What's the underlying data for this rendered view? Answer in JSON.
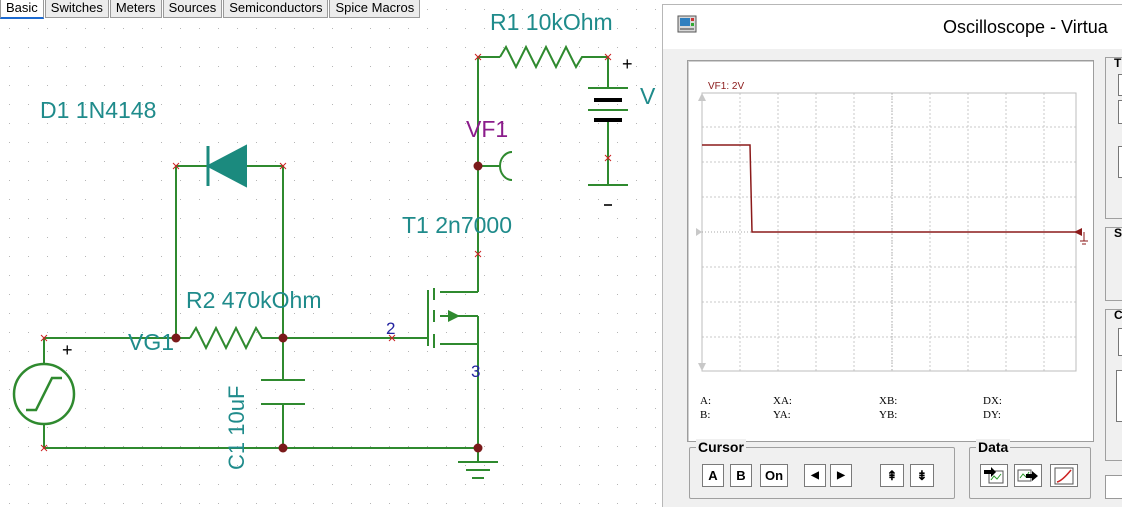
{
  "tabs": [
    "Basic",
    "Switches",
    "Meters",
    "Sources",
    "Semiconductors",
    "Spice Macros"
  ],
  "schematic": {
    "r1_label": "R1 10kOhm",
    "plus_sign": "+",
    "v_label": "V",
    "vf1_label": "VF1",
    "d1_label": "D1 1N4148",
    "t1_label": "T1 2n7000",
    "r2_label": "R2 470kOhm",
    "vg1_label": "VG1",
    "c1_label": "C1 10uF",
    "node2": "2",
    "node3": "3",
    "source_plus": "+"
  },
  "oscilloscope": {
    "title": "Oscilloscope - Virtua",
    "channel_label": "VF1: 2V",
    "readouts": {
      "a": "A:",
      "b": "B:",
      "xa": "XA:",
      "ya": "YA:",
      "xb": "XB:",
      "yb": "YB:",
      "dx": "DX:",
      "dy": "DY:"
    },
    "cursor_group": "Cursor",
    "data_group": "Data",
    "cursor_buttons": {
      "a": "A",
      "b": "B",
      "on": "On",
      "left": "◀",
      "right": "▶",
      "up": "⇞",
      "down": "⇟"
    },
    "side_labels": {
      "t": "T",
      "s": "S",
      "c": "C"
    }
  },
  "colors": {
    "wire": "#2f8a2f",
    "label_teal": "#1f8b8b",
    "vf1_purple": "#8b1c8b",
    "trace": "#8b1a1a",
    "node_red": "#cc2222",
    "node_dark": "#7a1a1a",
    "accent_blue": "#1c6ad1"
  }
}
